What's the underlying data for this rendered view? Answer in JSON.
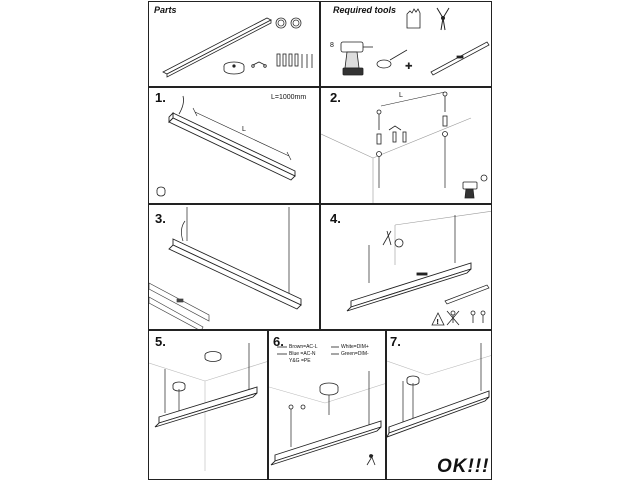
{
  "parts": {
    "title": "Parts"
  },
  "tools": {
    "title": "Required tools",
    "bit_size": "8"
  },
  "step1": {
    "number": "1.",
    "length_label": "L=1000mm",
    "dim_label": "L"
  },
  "step2": {
    "number": "2.",
    "dim_label": "L"
  },
  "step3": {
    "number": "3."
  },
  "step4": {
    "number": "4."
  },
  "step5": {
    "number": "5."
  },
  "step6": {
    "number": "6.",
    "wiring": [
      "Brown=AC-L",
      "Blue  =AC-N",
      "Y&G  =PE",
      "White=DIM+",
      "Green=DIM-"
    ]
  },
  "step7": {
    "number": "7."
  },
  "finish": {
    "text": "OK!!!"
  }
}
